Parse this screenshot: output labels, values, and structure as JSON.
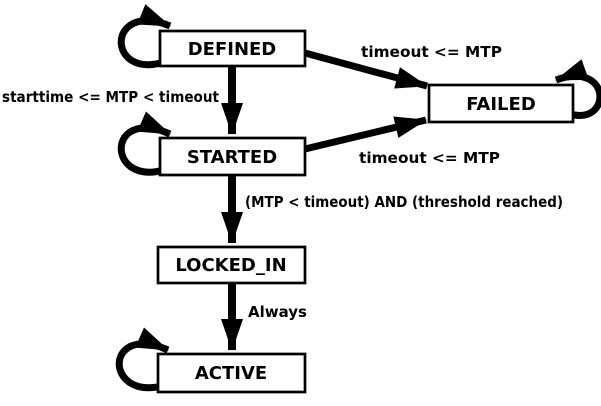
{
  "diagram": {
    "title": "state transition diagram",
    "states": {
      "defined": "DEFINED",
      "started": "STARTED",
      "failed": "FAILED",
      "locked_in": "LOCKED_IN",
      "active": "ACTIVE"
    },
    "transitions": {
      "defined_to_failed": "timeout <= MTP",
      "defined_to_started": "starttime <= MTP < timeout",
      "started_to_failed": "timeout <= MTP",
      "started_to_locked_in": "(MTP < timeout) AND (threshold reached)",
      "locked_in_to_active": "Always"
    },
    "self_loops": [
      "DEFINED",
      "STARTED",
      "FAILED",
      "ACTIVE"
    ],
    "colors": {
      "line": "#000000",
      "background": "#ffffff"
    }
  }
}
